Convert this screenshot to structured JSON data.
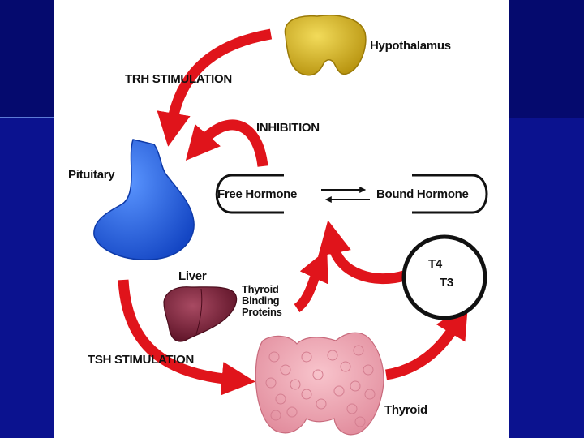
{
  "labels": {
    "hypothalamus": "Hypothalamus",
    "trh_stimulation": "TRH STIMULATION",
    "inhibition": "INHIBITION",
    "pituitary": "Pituitary",
    "free_hormone": "Free Hormone",
    "bound_hormone": "Bound Hormone",
    "liver": "Liver",
    "thyroid_binding_proteins": [
      "Thyroid",
      "Binding",
      "Proteins"
    ],
    "t4": "T4",
    "t3": "T3",
    "tsh_stimulation": "TSH STIMULATION",
    "thyroid": "Thyroid"
  },
  "colors": {
    "background": "#0b128f",
    "background_top": "#050a6e",
    "panel": "#ffffff",
    "arrow": "#e0141b",
    "hypothalamus": "#d8b81c",
    "pituitary": "#1f5fe0",
    "liver": "#7a2038",
    "thyroid": "#f0a8b4"
  },
  "icons": [
    "hypothalamus-icon",
    "pituitary-icon",
    "liver-icon",
    "thyroid-gland-icon",
    "equilibrium-arrows-icon"
  ]
}
